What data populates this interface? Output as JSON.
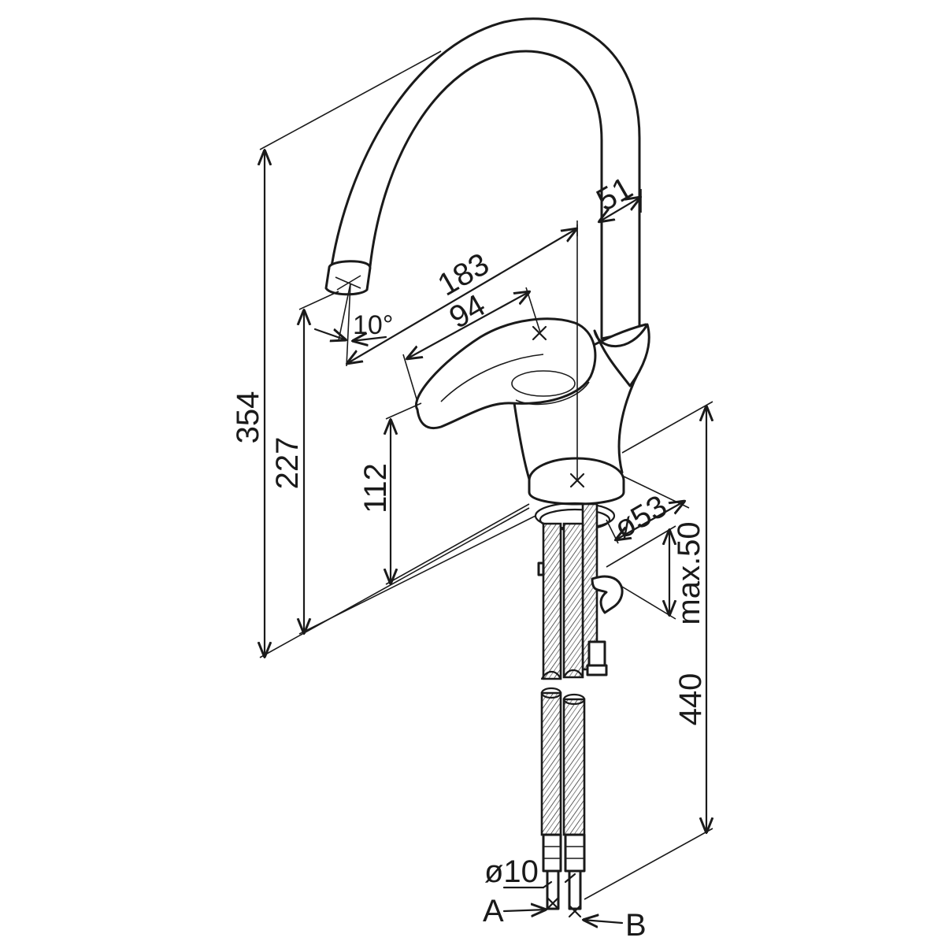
{
  "dimensions": {
    "overall_height": "354",
    "spout_height": "227",
    "handle_height": "112",
    "spout_reach": "183",
    "handle_reach": "94",
    "spout_tube_diameter": "51",
    "base_diameter": "ø53",
    "max_deck_thickness": "max.50",
    "hose_length": "440",
    "spout_angle": "10°",
    "hose_diameter": "ø10"
  },
  "labels": {
    "hose_a": "A",
    "hose_b": "B"
  },
  "colors": {
    "line": "#1a1a1a",
    "background": "#ffffff"
  }
}
